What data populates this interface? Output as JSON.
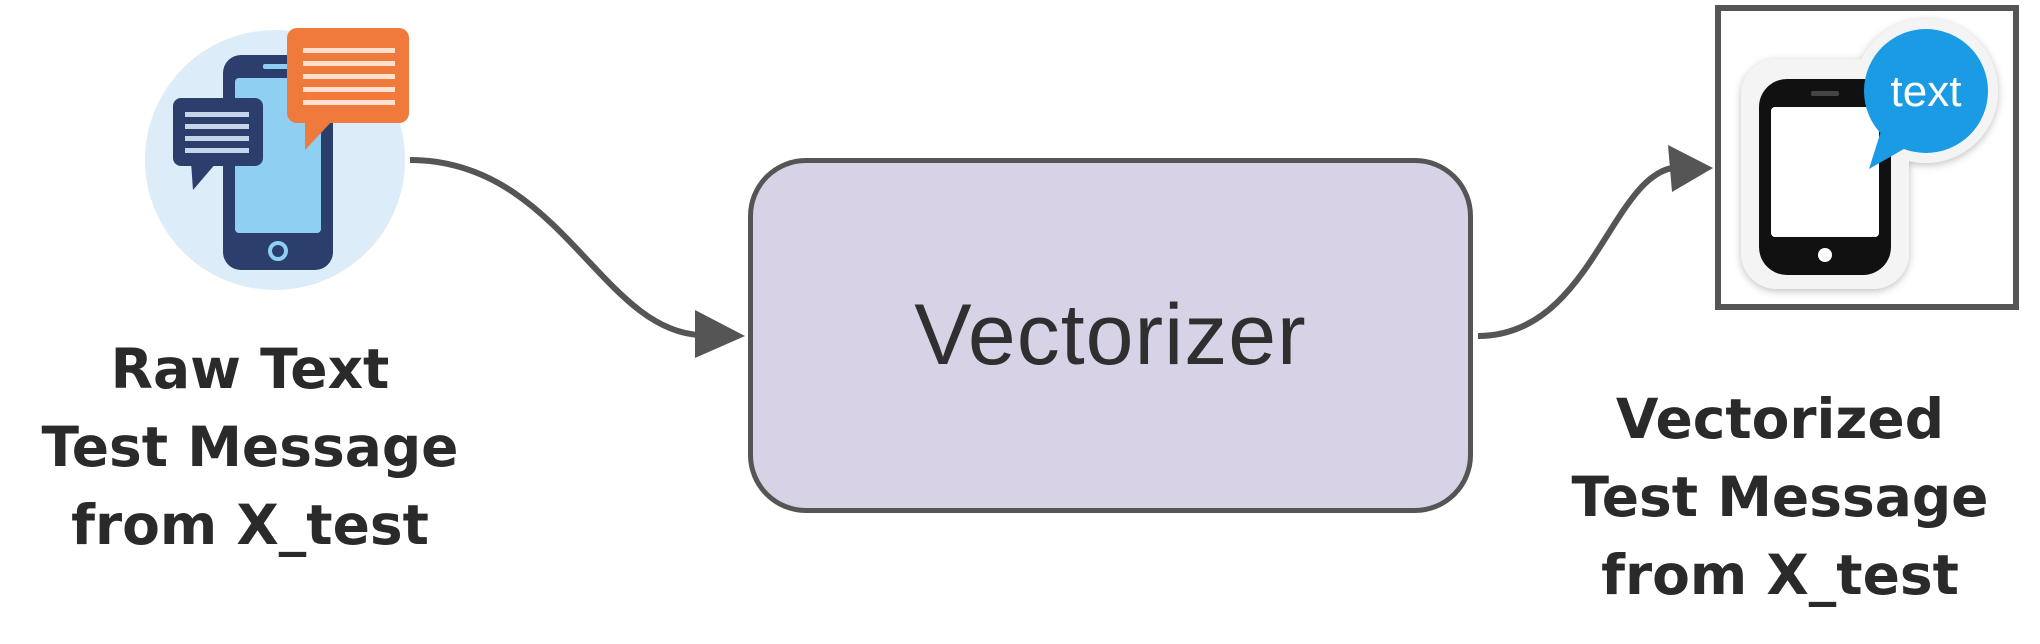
{
  "input": {
    "label_lines": [
      "Raw Text",
      "Test Message",
      "from X_test"
    ]
  },
  "process": {
    "label": "Vectorizer"
  },
  "output": {
    "icon_text": "text",
    "label_lines": [
      "Vectorized",
      "Test Message",
      "from X_test"
    ]
  },
  "colors": {
    "box_fill": "#d8d2e7",
    "box_border": "#555555",
    "arrow": "#555555",
    "orange_bubble": "#f07a3c",
    "navy": "#2c3e6b",
    "light_blue_circle": "#dcecf8",
    "phone_screen": "#8fd0f2",
    "blue_bubble": "#1a9be3"
  },
  "icons": {
    "input": "phone-chat-icon",
    "output": "phone-text-bubble-icon"
  }
}
